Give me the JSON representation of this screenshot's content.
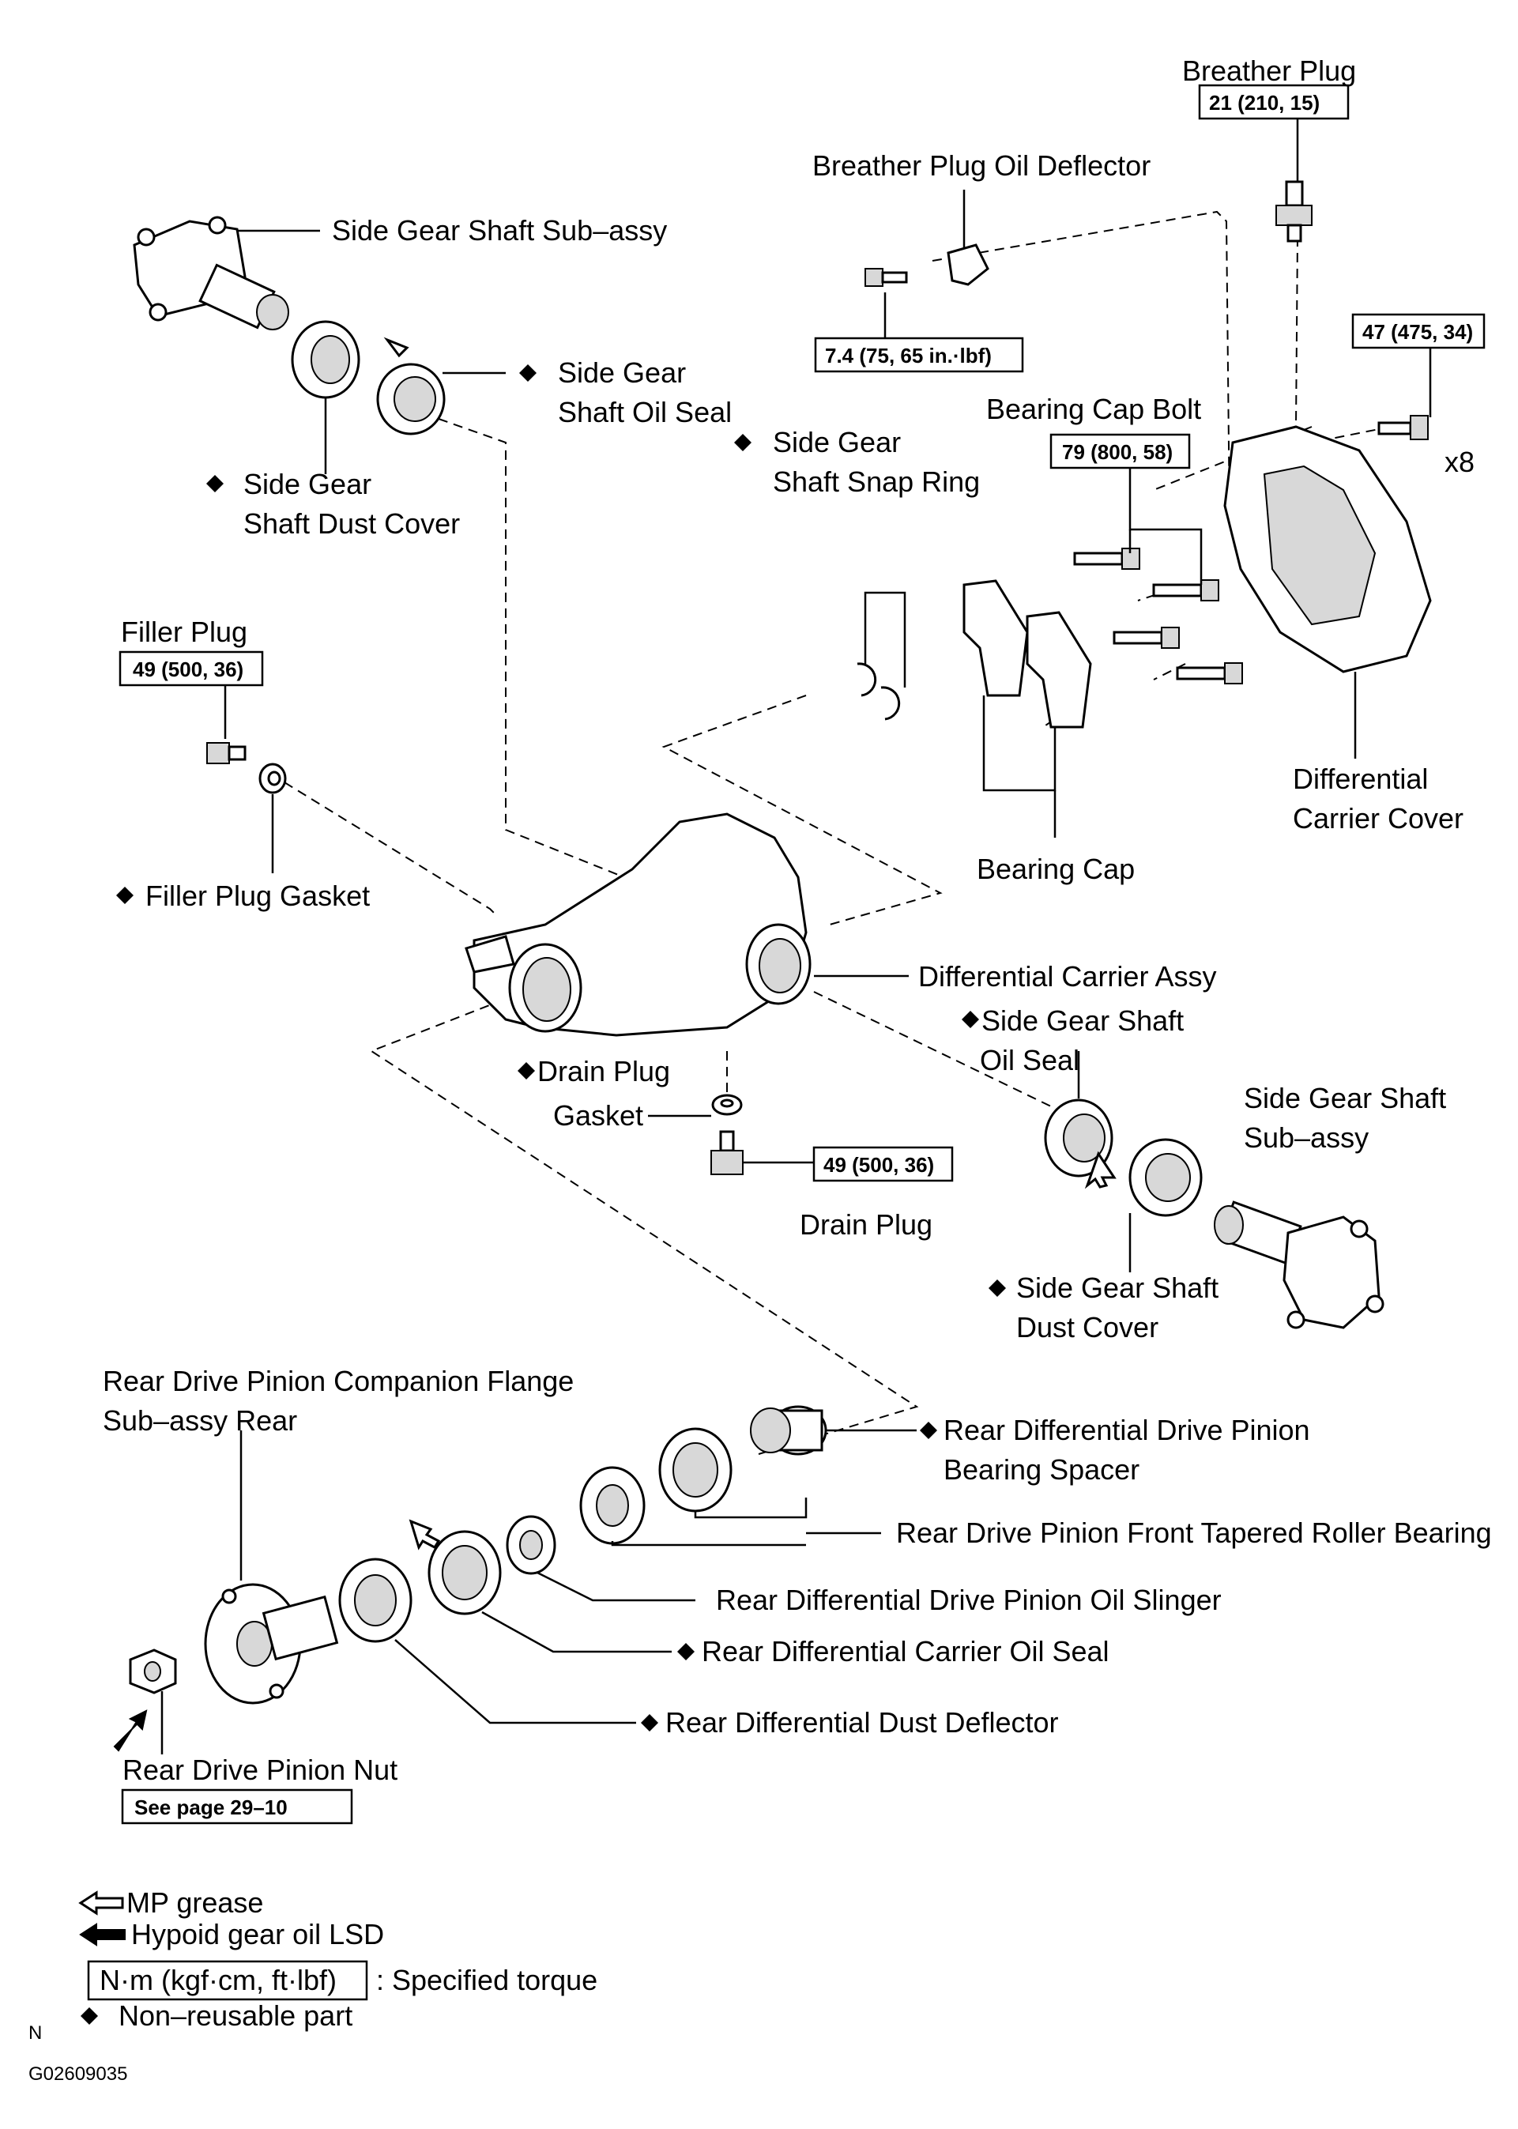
{
  "breather_plug": {
    "label": "Breather Plug",
    "torque": "21 (210, 15)"
  },
  "breather_deflector": {
    "label": "Breather Plug Oil Deflector",
    "torque": "7.4 (75, 65 in.·lbf)"
  },
  "side_gear_shaft_left": {
    "label": "Side Gear Shaft Sub–assy"
  },
  "oil_seal_left": {
    "line1": "Side Gear",
    "line2": "Shaft Oil Seal"
  },
  "dust_cover_left": {
    "line1": "Side Gear",
    "line2": "Shaft Dust Cover"
  },
  "snap_ring": {
    "line1": "Side Gear",
    "line2": "Shaft Snap Ring"
  },
  "bearing_cap_bolt": {
    "label": "Bearing Cap Bolt",
    "torque": "79 (800, 58)"
  },
  "carrier_cover_bolt": {
    "torque": "47 (475, 34)",
    "qty": "x8"
  },
  "carrier_cover": {
    "line1": "Differential",
    "line2": "Carrier Cover"
  },
  "bearing_cap": {
    "label": "Bearing Cap"
  },
  "filler_plug": {
    "label": "Filler Plug",
    "torque": "49 (500, 36)"
  },
  "filler_gasket": {
    "label": "Filler Plug Gasket"
  },
  "carrier_assy": {
    "label": "Differential Carrier Assy"
  },
  "oil_seal_right": {
    "line1": "Side Gear Shaft",
    "line2": "Oil Seal"
  },
  "drain_gasket": {
    "line1": "Drain Plug",
    "line2": "Gasket"
  },
  "drain_plug": {
    "label": "Drain Plug",
    "torque": "49 (500, 36)"
  },
  "side_gear_shaft_right": {
    "line1": "Side Gear Shaft",
    "line2": "Sub–assy"
  },
  "dust_cover_right": {
    "line1": "Side Gear Shaft",
    "line2": "Dust Cover"
  },
  "companion_flange": {
    "line1": "Rear Drive Pinion Companion Flange",
    "line2": "Sub–assy Rear"
  },
  "bearing_spacer": {
    "line1": "Rear Differential Drive Pinion",
    "line2": "Bearing Spacer"
  },
  "front_bearing": {
    "label": "Rear Drive Pinion Front Tapered Roller Bearing"
  },
  "oil_slinger": {
    "label": "Rear Differential Drive Pinion Oil Slinger"
  },
  "carrier_oil_seal": {
    "label": "Rear Differential Carrier Oil Seal"
  },
  "dust_deflector": {
    "label": "Rear Differential Dust Deflector"
  },
  "pinion_nut": {
    "label": "Rear Drive Pinion Nut",
    "ref": "See page 29–10"
  },
  "legend": {
    "mp_grease": "MP grease",
    "hypoid": "Hypoid gear oil LSD",
    "torque_unit": "N·m (kgf·cm, ft·lbf)",
    "torque_desc": ": Specified torque",
    "non_reusable": "Non–reusable part"
  },
  "marker_n": "N",
  "figure_code": "G02609035"
}
